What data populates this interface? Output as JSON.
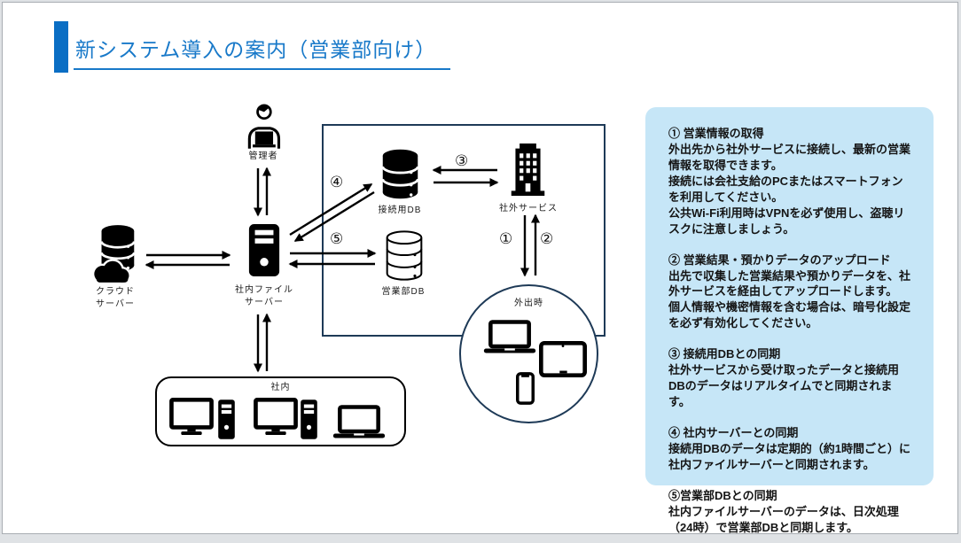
{
  "slide": {
    "title": "新システム導入の案内（営業部向け）"
  },
  "colors": {
    "title_text": "#1879c9",
    "accent_bar": "#0a6ec4",
    "panel_bg": "#c6e6f7",
    "zone_outline": "#1e3a57",
    "icon_black": "#000000"
  },
  "diagram": {
    "labels": {
      "admin": "管理者",
      "cloud_server": "クラウド\nサーバー",
      "file_server": "社内ファイル\nサーバー",
      "connection_db": "接続用DB",
      "external_service": "社外サービス",
      "sales_db": "営業部DB",
      "out_of_office": "外出時",
      "office": "社内"
    },
    "step_markers": {
      "s1": "①",
      "s2": "②",
      "s3": "③",
      "s4": "④",
      "s5": "⑤"
    }
  },
  "panel": {
    "sections": [
      {
        "heading": "① 営業情報の取得",
        "body": "外出先から社外サービスに接続し、最新の営業情報を取得できます。\n接続には会社支給のPCまたはスマートフォンを利用してください。\n公共Wi-Fi利用時はVPNを必ず使用し、盗聴リスクに注意しましょう。"
      },
      {
        "heading": "② 営業結果・預かりデータのアップロード",
        "body": "出先で収集した営業結果や預かりデータを、社外サービスを経由してアップロードします。\n個人情報や機密情報を含む場合は、暗号化設定を必ず有効化してください。"
      },
      {
        "heading": "③ 接続用DBとの同期",
        "body": "社外サービスから受け取ったデータと接続用DBのデータはリアルタイムでと同期されます。"
      },
      {
        "heading": "④ 社内サーバーとの同期",
        "body": "接続用DBのデータは定期的（約1時間ごと）に社内ファイルサーバーと同期されます。"
      },
      {
        "heading": "⑤営業部DBとの同期",
        "body": "社内ファイルサーバーのデータは、日次処理（24時）で営業部DBと同期します。"
      }
    ]
  }
}
